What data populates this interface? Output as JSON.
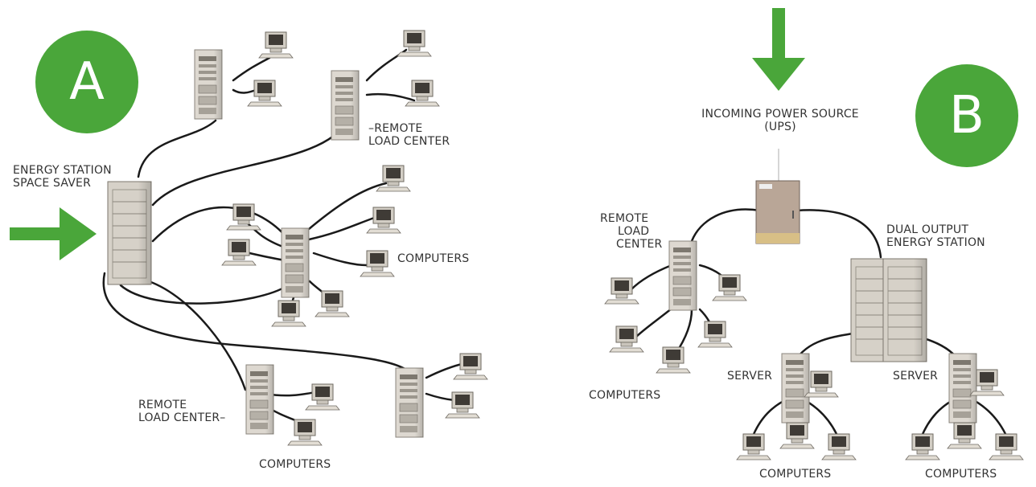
{
  "panel_a": {
    "badge": "A",
    "label_energy_station_line1": "ENERGY STATION",
    "label_energy_station_line2": "SPACE SAVER",
    "label_remote_top_line1": "–REMOTE",
    "label_remote_top_line2": "LOAD CENTER",
    "label_computers_mid": "COMPUTERS",
    "label_remote_bottom_line1": "REMOTE",
    "label_remote_bottom_line2": "LOAD CENTER–",
    "label_computers_bottom": "COMPUTERS"
  },
  "panel_b": {
    "badge": "B",
    "label_power_line1": "INCOMING POWER SOURCE",
    "label_power_line2": "(UPS)",
    "label_remote_line1": "REMOTE",
    "label_remote_line2": "LOAD",
    "label_remote_line3": "CENTER",
    "label_dual_line1": "DUAL OUTPUT",
    "label_dual_line2": "ENERGY STATION",
    "label_computers_left": "COMPUTERS",
    "label_server_left": "SERVER",
    "label_server_right": "SERVER",
    "label_computers_mid": "COMPUTERS",
    "label_computers_right": "COMPUTERS"
  },
  "colors": {
    "accent": "#4aa63a",
    "cable": "#1a1a1a",
    "tower": "#d9d4cc",
    "monitor": "#c9c4bb"
  }
}
